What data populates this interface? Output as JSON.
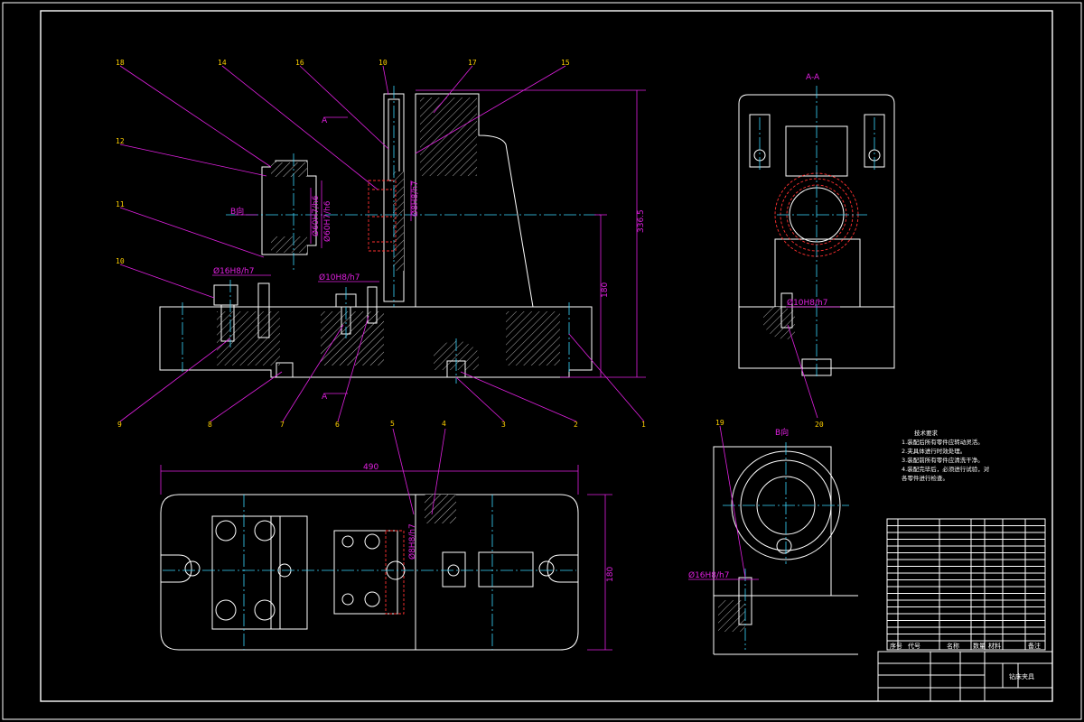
{
  "colors": {
    "background": "#000000",
    "outline": "#ffffff",
    "dimension": "#e020e0",
    "centerline": "#3ad8ff",
    "hidden_red": "#ff3030",
    "part_number": "#ffd000"
  },
  "part_numbers": [
    "18",
    "14",
    "16",
    "10",
    "17",
    "15",
    "12",
    "11",
    "10",
    "9",
    "8",
    "7",
    "6",
    "3",
    "2",
    "1",
    "5",
    "4",
    "19",
    "20"
  ],
  "views": {
    "section_label": "A-A",
    "cut_mark": "A",
    "direction_label": "B向"
  },
  "dimensions": {
    "height_total": "336.5",
    "height_center": "180",
    "width_plan": "490",
    "depth_plan": "180",
    "fit_16": "Ø16H8/h7",
    "fit_10a": "Ø10H8/h7",
    "fit_10b": "Ø10H8/h7",
    "fit_8": "Ø8H8/h7",
    "fit_60a": "Ø60H7/h6",
    "fit_60b": "Ø60H7/h6",
    "fit_plan": "Ø8H8/h7",
    "fit_sideB": "Ø16H8/h7"
  },
  "notes": {
    "title": "技术要求",
    "lines": [
      "1.装配后所有零件应转动灵活。",
      "2.夹具体进行时效处理。",
      "3.装配前所有零件应清洗干净。",
      "4.装配完毕后，必须进行试验，对",
      "各零件进行检查。"
    ]
  },
  "title_block": {
    "col_headers": [
      "序号",
      "代号",
      "名称",
      "数量",
      "材料",
      "备注"
    ],
    "drawing_name": "钻床夹具"
  }
}
